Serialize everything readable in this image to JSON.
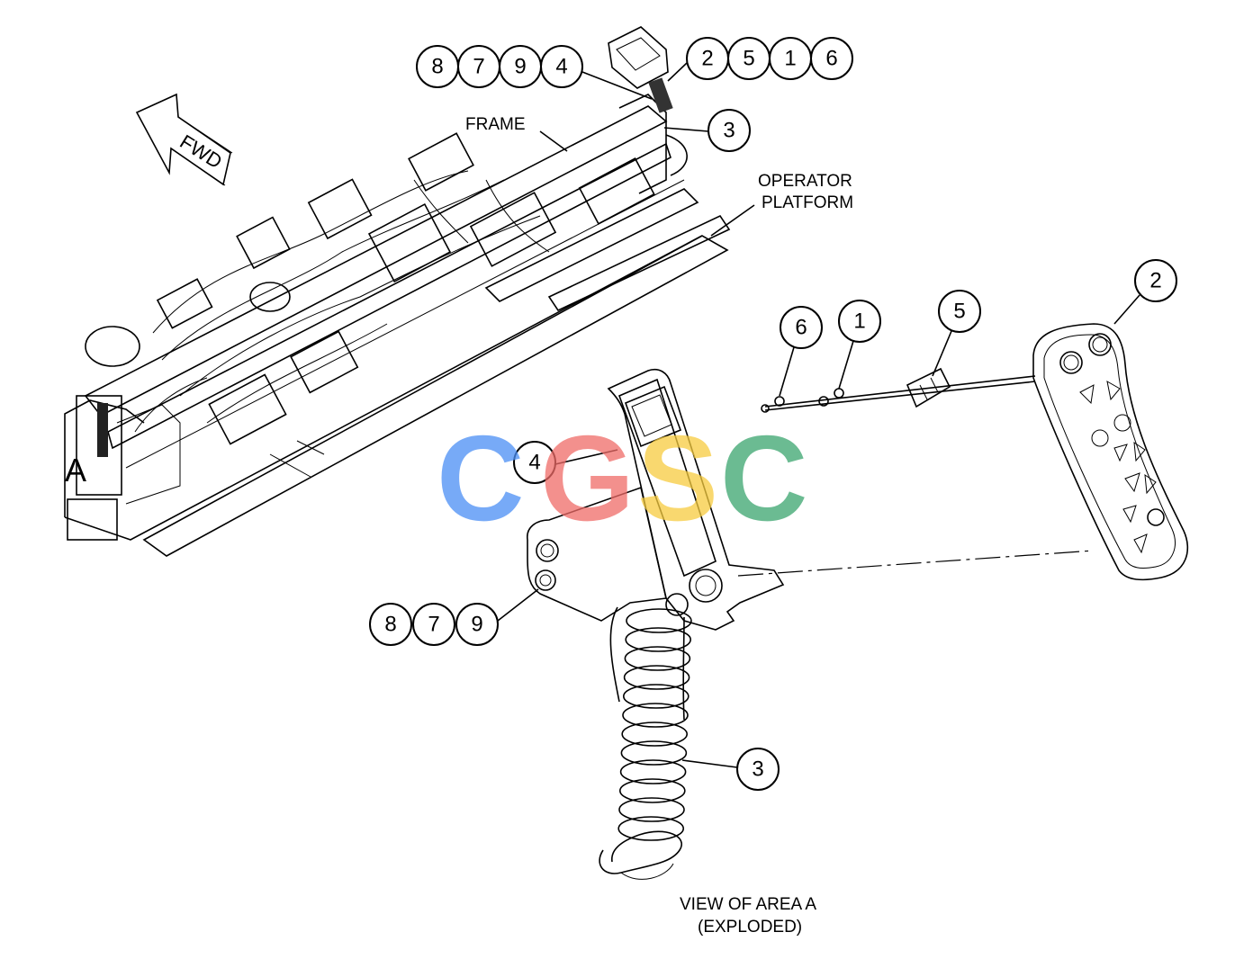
{
  "labels": {
    "fwd": "FWD",
    "frame": "FRAME",
    "operator_platform_line1": "OPERATOR",
    "operator_platform_line2": "PLATFORM",
    "area_marker": "A",
    "view_line1": "VIEW OF AREA A",
    "view_line2": "(EXPLODED)"
  },
  "callouts": {
    "top_left_group": [
      "8",
      "7",
      "9",
      "4"
    ],
    "top_right_group": [
      "2",
      "5",
      "1",
      "6"
    ],
    "top_cable": "3",
    "pendant": "2",
    "bolt": "6",
    "washer": "1",
    "clip": "5",
    "handle": "4",
    "mount_group": [
      "8",
      "7",
      "9"
    ],
    "coil_cable": "3"
  },
  "watermark": {
    "letters": [
      "C",
      "G",
      "S",
      "C"
    ],
    "colors": [
      "#4a8ef5",
      "#ef6b67",
      "#f7cc3f",
      "#3aa56e"
    ]
  }
}
